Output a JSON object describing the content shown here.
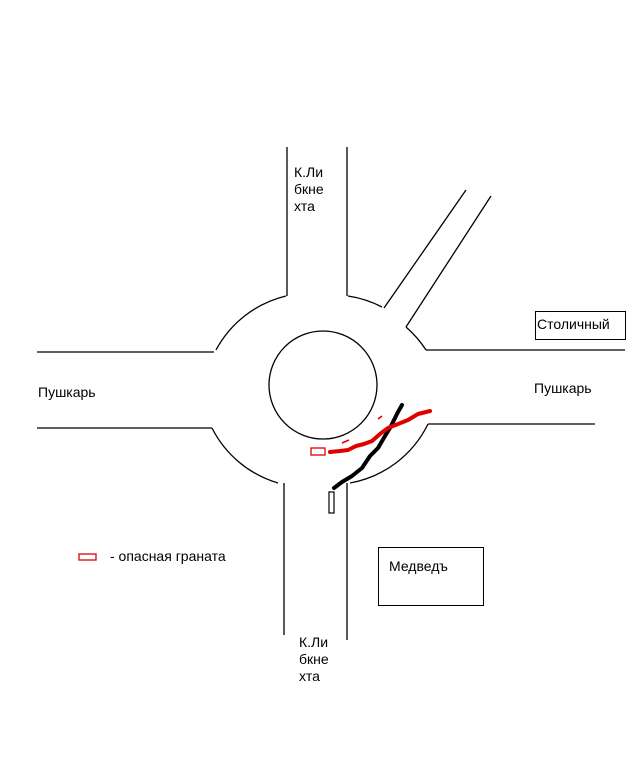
{
  "labels": {
    "north_street": "К.Ли\nбкне\nхта",
    "south_street": "К.Ли\nбкне\nхта",
    "west_street": "Пушкарь",
    "east_street": "Пушкарь"
  },
  "places": {
    "stolichny": "Столичный",
    "medved": "Медведъ"
  },
  "legend": {
    "text": "- опасная граната"
  },
  "colors": {
    "road": "#000000",
    "red_path": "#e00000",
    "black_path": "#000000",
    "grenade_marker": "#e00000"
  }
}
